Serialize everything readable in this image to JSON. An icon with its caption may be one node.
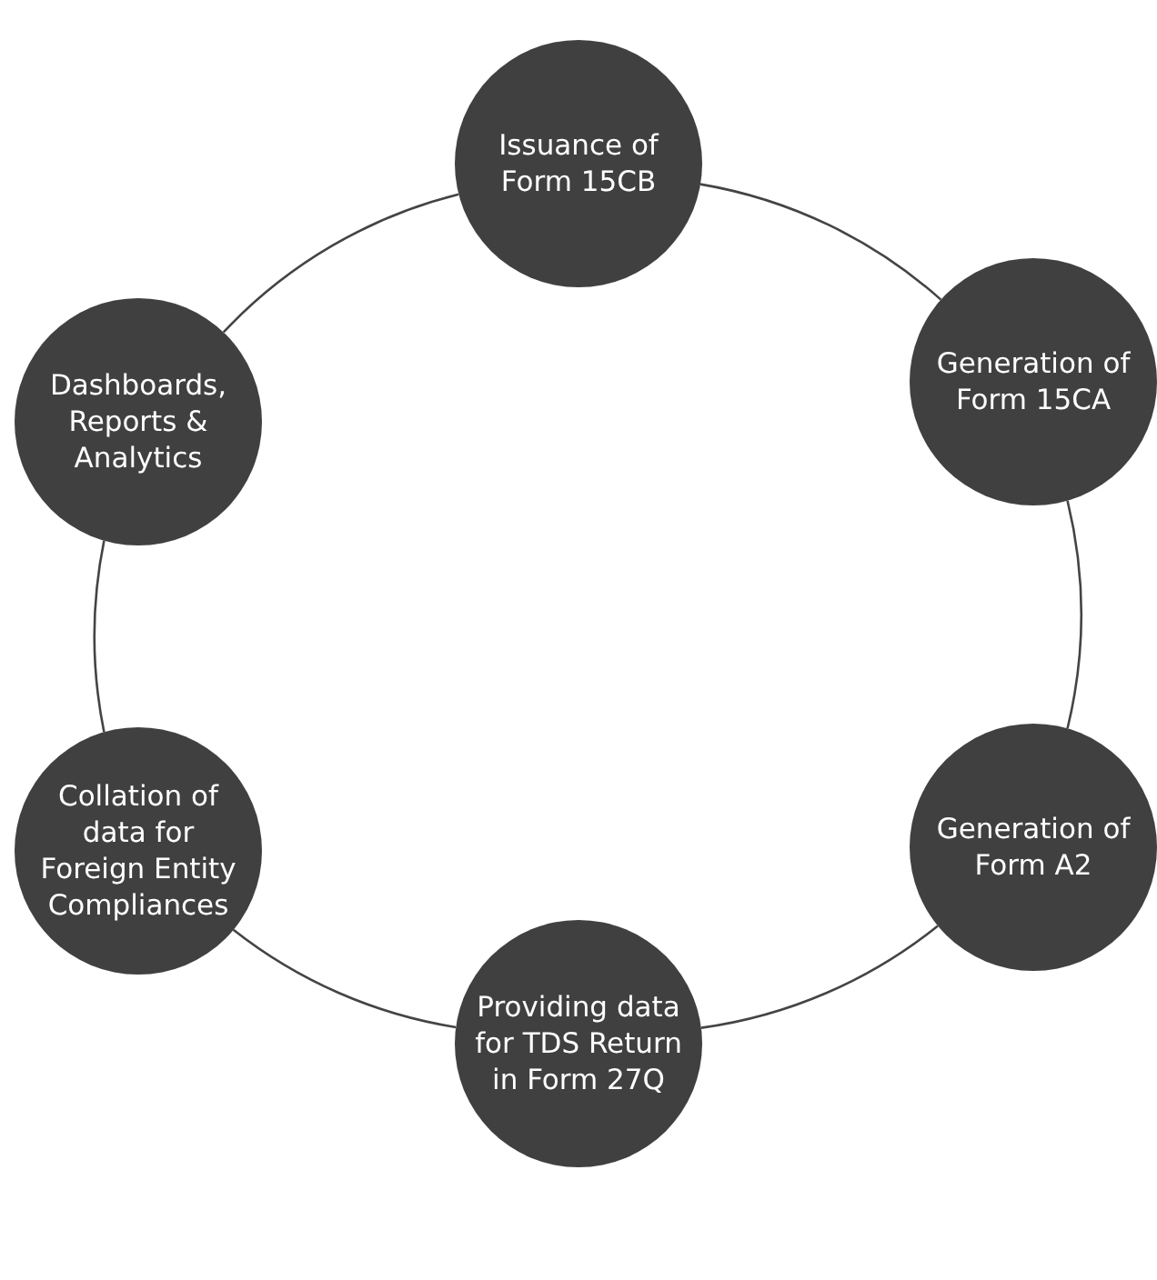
{
  "diagram": {
    "nodes": [
      {
        "text": [
          "Issuance of Form 15CB"
        ]
      },
      {
        "text": [
          "Generation of Form 15CA"
        ]
      },
      {
        "text": [
          "Generation of Form A2"
        ]
      },
      {
        "text": [
          "Providing data for TDS Return in Form 27Q"
        ]
      },
      {
        "text": [
          "Collation of data for Foreign Entity Compliances"
        ]
      },
      {
        "text": [
          "Dashboards, Reports & Analytics"
        ]
      }
    ],
    "edges": [
      {
        "from": 0,
        "to": 1,
        "arrow": "none"
      },
      {
        "from": 1,
        "to": 2,
        "arrow": "none"
      },
      {
        "from": 2,
        "to": 3,
        "arrow": "none"
      },
      {
        "from": 3,
        "to": 4,
        "arrow": "none"
      },
      {
        "from": 4,
        "to": 5,
        "arrow": "none"
      },
      {
        "from": 5,
        "to": 0,
        "arrow": "none"
      }
    ]
  }
}
